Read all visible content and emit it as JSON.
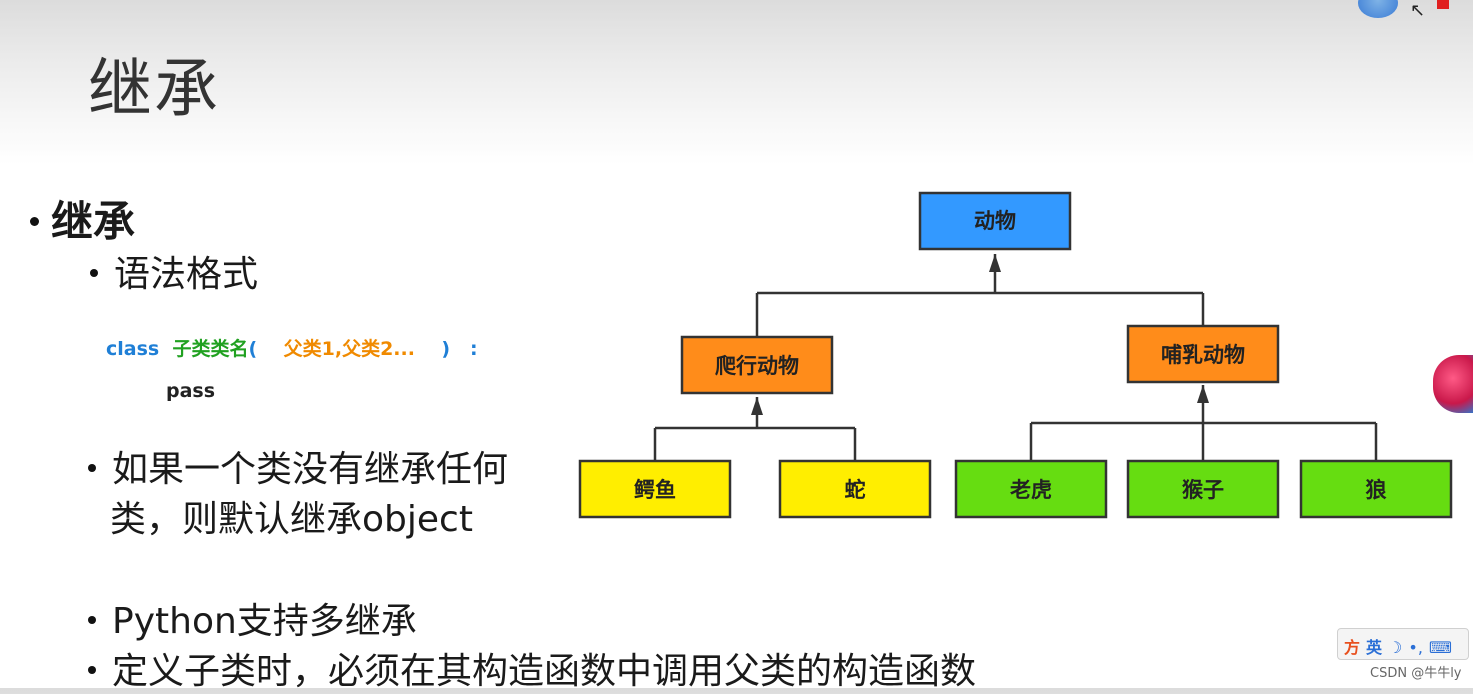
{
  "slide": {
    "title": "继承",
    "bullet_main": "继承",
    "bullet_syntax": "语法格式",
    "code": {
      "keyword": "class",
      "class_name": "子类类名",
      "open_paren": "(",
      "parents": "父类1,父类2...",
      "close_paren": ")",
      "colon": ":",
      "body": "pass"
    },
    "bullet_object_line1": "如果一个类没有继承任何",
    "bullet_object_line2": "类，则默认继承object",
    "bullet_multi": "Python支持多继承",
    "bullet_ctor": "定义子类时，必须在其构造函数中调用父类的构造函数"
  },
  "diagram": {
    "root": {
      "label": "动物",
      "color": "#3399ff"
    },
    "mid_left": {
      "label": "爬行动物",
      "color": "#ff8c1a"
    },
    "mid_right": {
      "label": "哺乳动物",
      "color": "#ff8c1a"
    },
    "leaves_left": [
      {
        "label": "鳄鱼",
        "color": "#ffee00"
      },
      {
        "label": "蛇",
        "color": "#ffee00"
      }
    ],
    "leaves_right": [
      {
        "label": "老虎",
        "color": "#66dd11"
      },
      {
        "label": "猴子",
        "color": "#66dd11"
      },
      {
        "label": "狼",
        "color": "#66dd11"
      }
    ]
  },
  "overlay": {
    "tray_icons": [
      "ime-logo-icon",
      "language-toggle-icon",
      "moon-icon",
      "punctuation-icon",
      "keyboard-icon"
    ],
    "tray_lang": "英",
    "watermark": "CSDN @牛牛ly"
  }
}
